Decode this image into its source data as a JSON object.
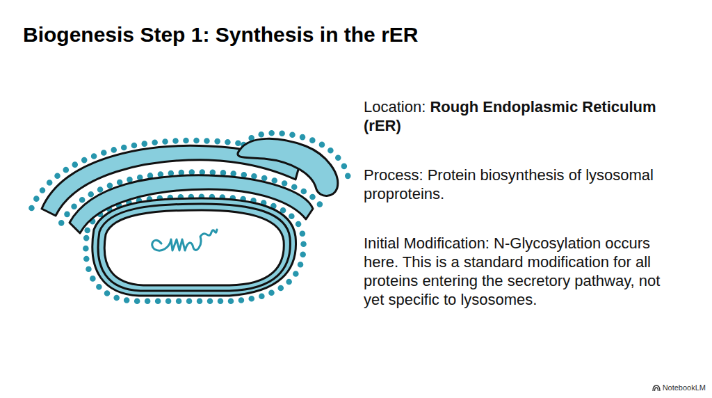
{
  "diagram": {
    "title": "Biogenesis Step 1: Synthesis in the rER",
    "labels": [
      "Location:",
      "Rough Endoplasmic Reticulum (rER)",
      "Process: Protein biosynthesis of lysosomal proproteins.",
      "Initial Modification: N-Glycosylation occurs here. This is a standard modification for all proteins entering the secretory pathway, not yet specific to lysosomes.",
      "NotebookLM"
    ]
  }
}
